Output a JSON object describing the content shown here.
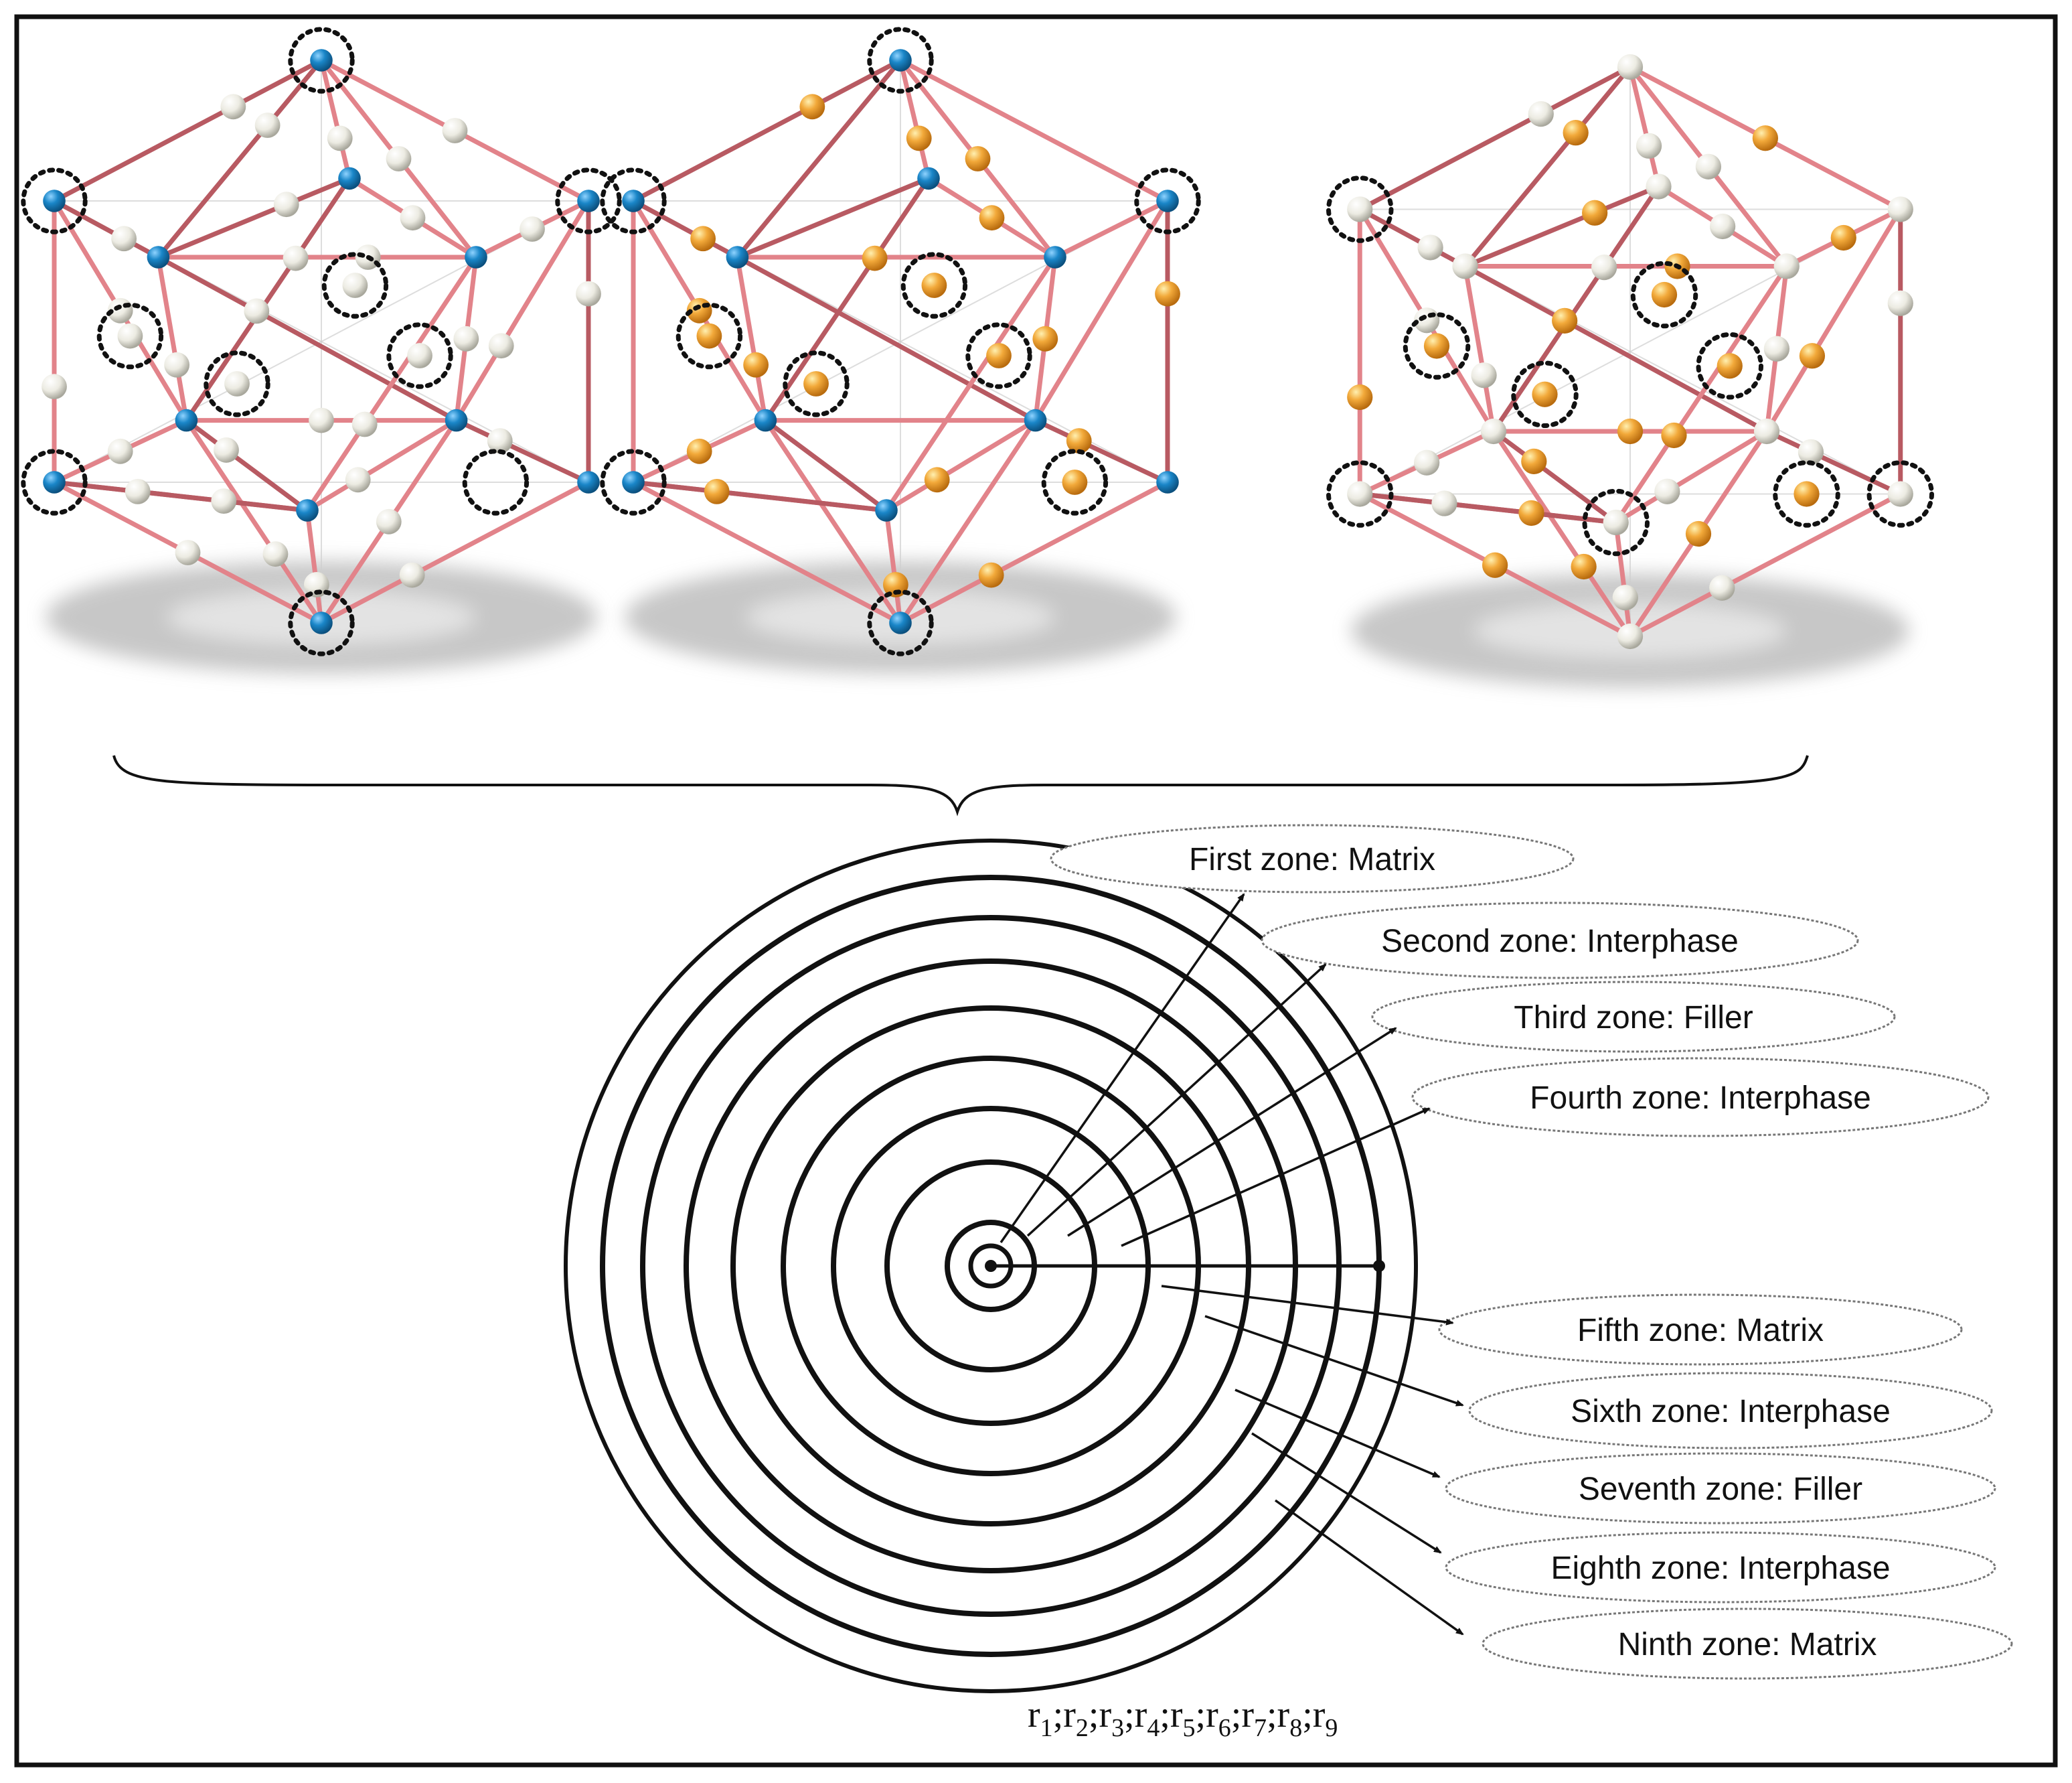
{
  "colors": {
    "edge": "#e2838a",
    "edge_dark": "#b85a62",
    "vertex": "#1a86c8",
    "filler": "#f2a93a",
    "white_atom": "#f2f0e8",
    "shadow": "#9a9a9a",
    "ink": "#111111",
    "ellipse": "#777777"
  },
  "icons": {
    "icosahedron_1": "icosahedron-blue-white-icon",
    "icosahedron_2": "icosahedron-blue-orange-icon",
    "icosahedron_3": "icosahedron-white-orange-icon",
    "brace": "curly-brace-icon",
    "rings": "concentric-rings-icon"
  },
  "zones": [
    {
      "label": "First zone: Matrix"
    },
    {
      "label": "Second zone: Interphase"
    },
    {
      "label": "Third zone: Filler"
    },
    {
      "label": "Fourth zone: Interphase"
    },
    {
      "label": "Fifth zone: Matrix"
    },
    {
      "label": "Sixth zone: Interphase"
    },
    {
      "label": "Seventh zone: Filler"
    },
    {
      "label": "Eighth zone: Interphase"
    },
    {
      "label": "Ninth zone: Matrix"
    }
  ],
  "radii": [
    "r",
    "1",
    ";",
    "r",
    "2",
    ";",
    "r",
    "3",
    ";",
    "r",
    "4",
    ";",
    "r",
    "5",
    ";",
    "r",
    "6",
    ";",
    "r",
    "7",
    ";",
    "r",
    "8",
    ";",
    "r",
    "9"
  ]
}
